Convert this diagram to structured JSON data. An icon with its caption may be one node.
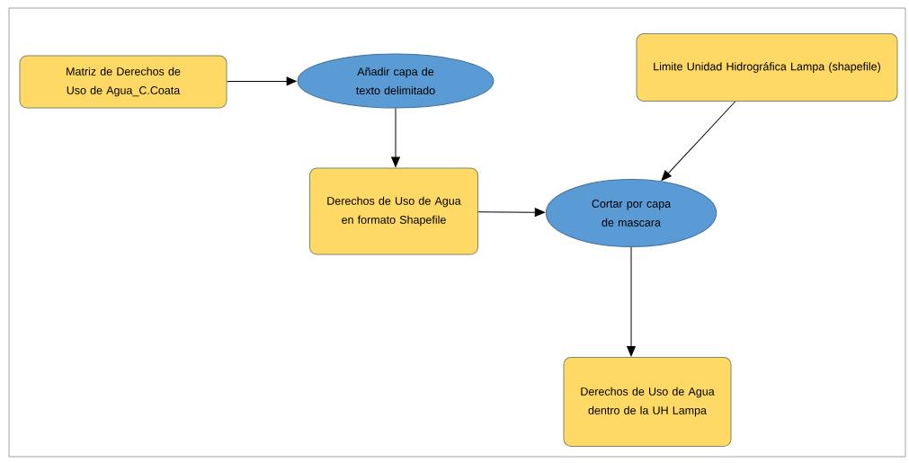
{
  "diagram": {
    "nodes": [
      {
        "text": [
          "Matriz de Derechos de Uso de Agua_C.Coata"
        ]
      },
      {
        "text": [
          "Añadir capa de texto delimitado"
        ]
      },
      {
        "text": [
          "Limite Unidad Hidrográfica Lampa (shapefile)"
        ]
      },
      {
        "text": [
          "Derechos de Uso de Agua en formato Shapefile"
        ]
      },
      {
        "text": [
          "Cortar por capa de mascara"
        ]
      },
      {
        "text": [
          "Derechos de Uso de Agua dentro de la UH Lampa"
        ]
      }
    ],
    "edges": [
      {
        "from": 0,
        "to": 1,
        "arrow": "to"
      },
      {
        "from": 1,
        "to": 3,
        "arrow": "to"
      },
      {
        "from": 2,
        "to": 4,
        "arrow": "to"
      },
      {
        "from": 3,
        "to": 4,
        "arrow": "to"
      },
      {
        "from": 4,
        "to": 5,
        "arrow": "to"
      }
    ]
  }
}
